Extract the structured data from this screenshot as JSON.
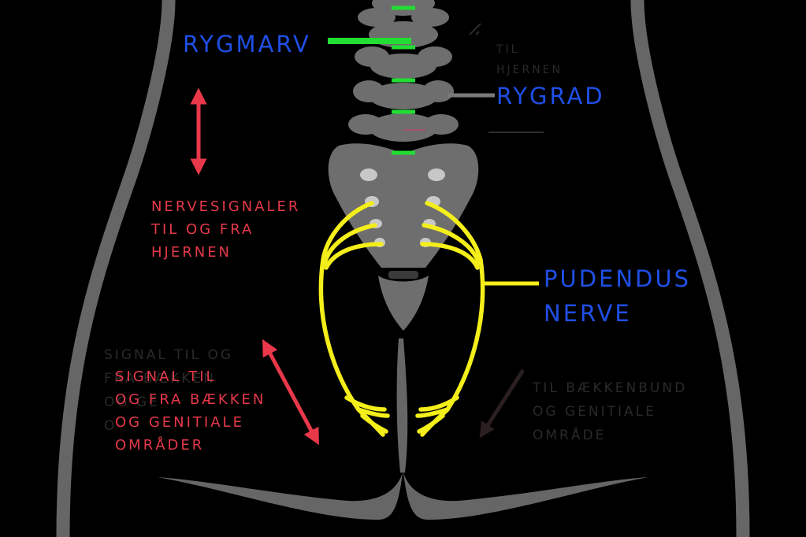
{
  "labels": {
    "rygmarv": "RYGMARV",
    "rygrad": "RYGRAD",
    "pudendus": "PUDENDUS\nNERVE",
    "nervesignaler": "NERVESIGNALER\nTIL OG FRA\nHJERNEN",
    "signal_baekken": "SIGNAL TIL\nOG FRA BÆKKEN\nOG GENITIALE\nOMRÅDER",
    "til_baekkenbund": "TIL BÆKKENBUND\nOG GENITIALE\nOMRÅDE",
    "til_hjernen_ghost": "TIL\nHJERNEN",
    "signal_ghost": "SIGNAL TIL OG\nFRA BÆKKEN\nOG GE\nO"
  },
  "colors": {
    "background": "#000000",
    "bone": "#6e6e6e",
    "body_outline": "#666666",
    "spinal_cord": "#22dd33",
    "nerve": "#f4ee1a",
    "label_blue": "#1f4fe6",
    "label_red": "#e5394a",
    "arrow_red": "#e8384a",
    "faint_text": "#2a2a2a"
  }
}
